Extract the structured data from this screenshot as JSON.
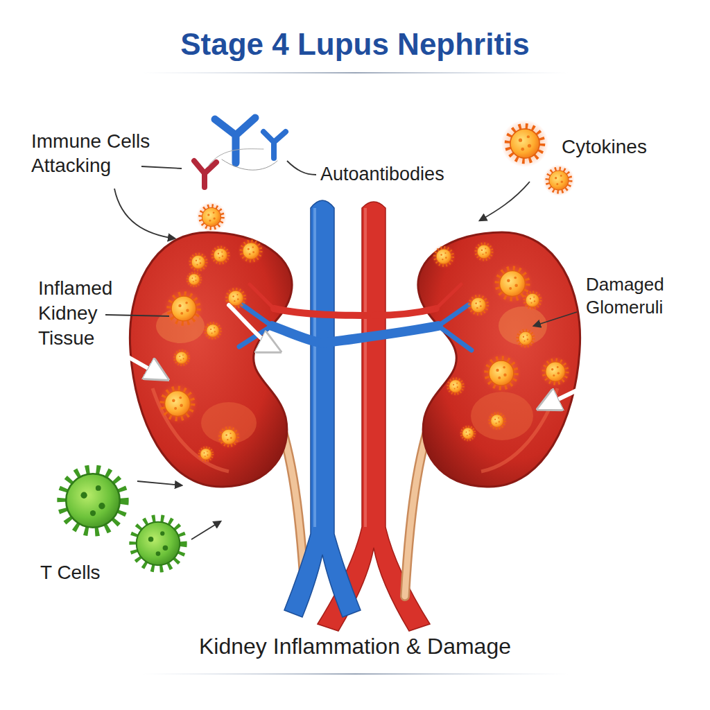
{
  "diagram": {
    "title": "Stage 4 Lupus Nephritis",
    "caption": "Kidney Inflammation & Damage",
    "labels": [
      "Immune Cells Attacking",
      "Autoantibodies",
      "Cytokines",
      "Inflamed Kidney Tissue",
      "Damaged Glomeruli",
      "T Cells"
    ]
  }
}
